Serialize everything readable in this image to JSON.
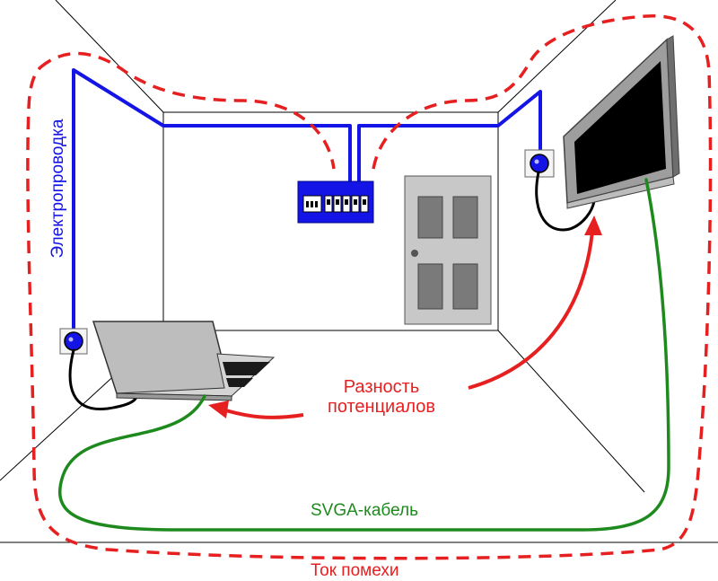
{
  "labels": {
    "wiring": "Электропроводка",
    "potential_line1": "Разность",
    "potential_line2": "потенциалов",
    "svga": "SVGA-кабель",
    "noise_current": "Ток помехи"
  },
  "colors": {
    "wiring": "#1414e6",
    "svga_cable": "#1e8a1e",
    "noise_loop": "#e62020",
    "text_red": "#e62020",
    "text_blue": "#1414e6",
    "text_green": "#1e8a1e",
    "room_lines": "#000000",
    "device_gray": "#bdbdbd",
    "screen": "#000000"
  },
  "icons": {
    "socket_left": "power-socket-icon",
    "socket_right": "power-socket-icon",
    "breaker_panel": "breaker-panel-icon",
    "door": "door-icon",
    "laptop": "laptop-icon",
    "monitor": "monitor-icon"
  }
}
